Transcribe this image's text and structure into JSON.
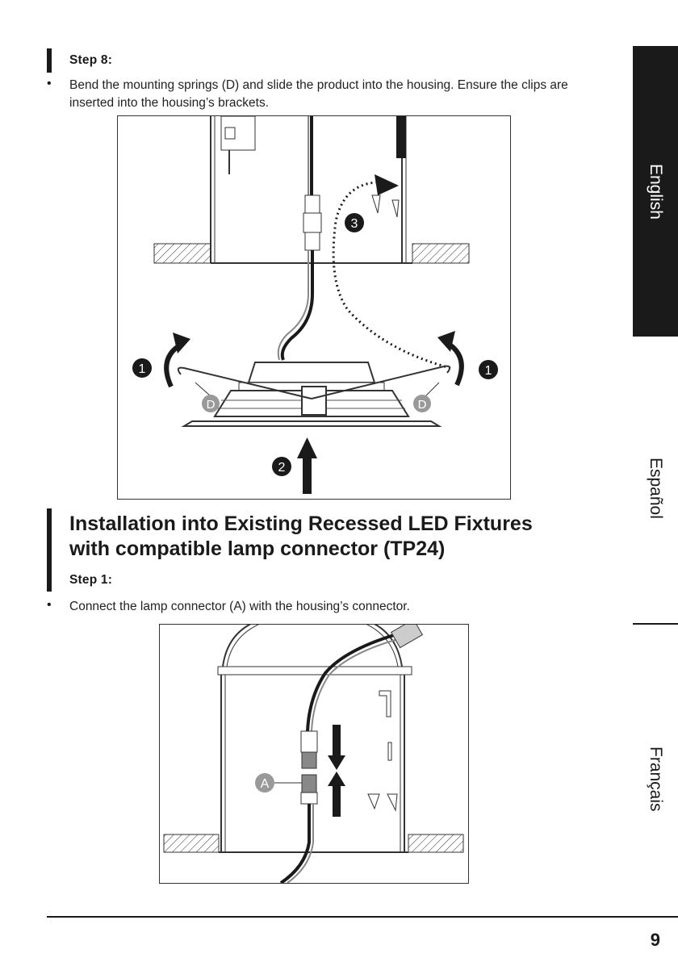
{
  "step8": {
    "label": "Step 8:",
    "bullet": "•",
    "text": "Bend the mounting springs (D) and slide the product into the housing. Ensure the clips are inserted into the housing’s brackets."
  },
  "figure1": {
    "callouts": [
      "1",
      "1",
      "2",
      "3"
    ],
    "part_labels": [
      "D",
      "D"
    ]
  },
  "section": {
    "title_line1": "Installation into Existing Recessed LED Fixtures",
    "title_line2": "with compatible lamp connector (TP24)"
  },
  "step1": {
    "label": "Step 1:",
    "bullet": "•",
    "text": "Connect the lamp connector (A) with the housing’s connector."
  },
  "figure2": {
    "part_label": "A"
  },
  "sidebar": {
    "tabs": [
      "English",
      "Español",
      "Français"
    ],
    "active": "English"
  },
  "footer": {
    "page_number": "9"
  }
}
